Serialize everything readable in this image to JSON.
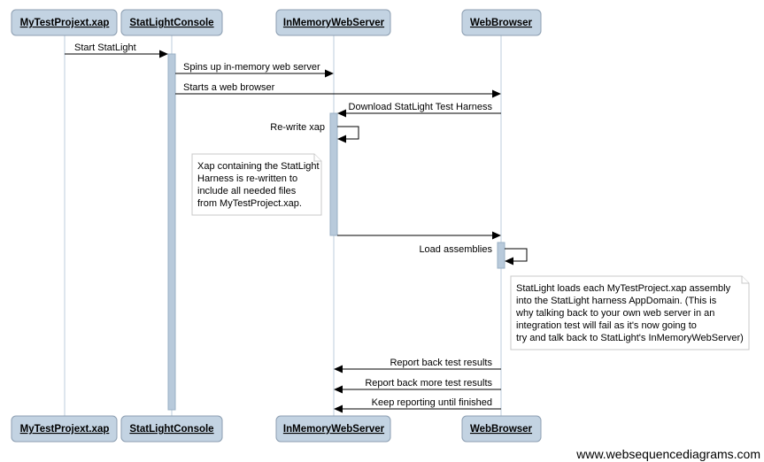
{
  "participants": [
    {
      "id": "a",
      "label": "MyTestProjext.xap"
    },
    {
      "id": "b",
      "label": "StatLightConsole"
    },
    {
      "id": "c",
      "label": "InMemoryWebServer"
    },
    {
      "id": "d",
      "label": "WebBrowser"
    }
  ],
  "messages": [
    {
      "id": "m1",
      "from": "a",
      "to": "b",
      "label": "Start StatLight"
    },
    {
      "id": "m2",
      "from": "b",
      "to": "c",
      "label": "Spins up in-memory web server"
    },
    {
      "id": "m3",
      "from": "b",
      "to": "d",
      "label": "Starts a web browser"
    },
    {
      "id": "m4",
      "from": "d",
      "to": "c",
      "label": "Download StatLight Test Harness"
    },
    {
      "id": "m5",
      "from": "c",
      "to": "c",
      "label": "Re-write xap"
    },
    {
      "id": "m6",
      "from": "c",
      "to": "d",
      "label": ""
    },
    {
      "id": "m7",
      "from": "d",
      "to": "d",
      "label": "Load assemblies"
    },
    {
      "id": "m8",
      "from": "d",
      "to": "c",
      "label": "Report back test results"
    },
    {
      "id": "m9",
      "from": "d",
      "to": "c",
      "label": "Report back more test results"
    },
    {
      "id": "m10",
      "from": "d",
      "to": "c",
      "label": "Keep reporting until finished"
    }
  ],
  "notes": [
    {
      "id": "n1",
      "lines": [
        "Xap containing the StatLight",
        "Harness is re-written to",
        "include all needed files",
        "from MyTestProject.xap."
      ]
    },
    {
      "id": "n2",
      "lines": [
        "StatLight loads each MyTestProject.xap assembly",
        "into the StatLight harness AppDomain. (This is",
        "why talking back to your own web server in an",
        "integration test will fail as it's now going to",
        "try and talk back to StatLight's InMemoryWebServer)"
      ]
    }
  ],
  "watermark": "www.websequencediagrams.com"
}
